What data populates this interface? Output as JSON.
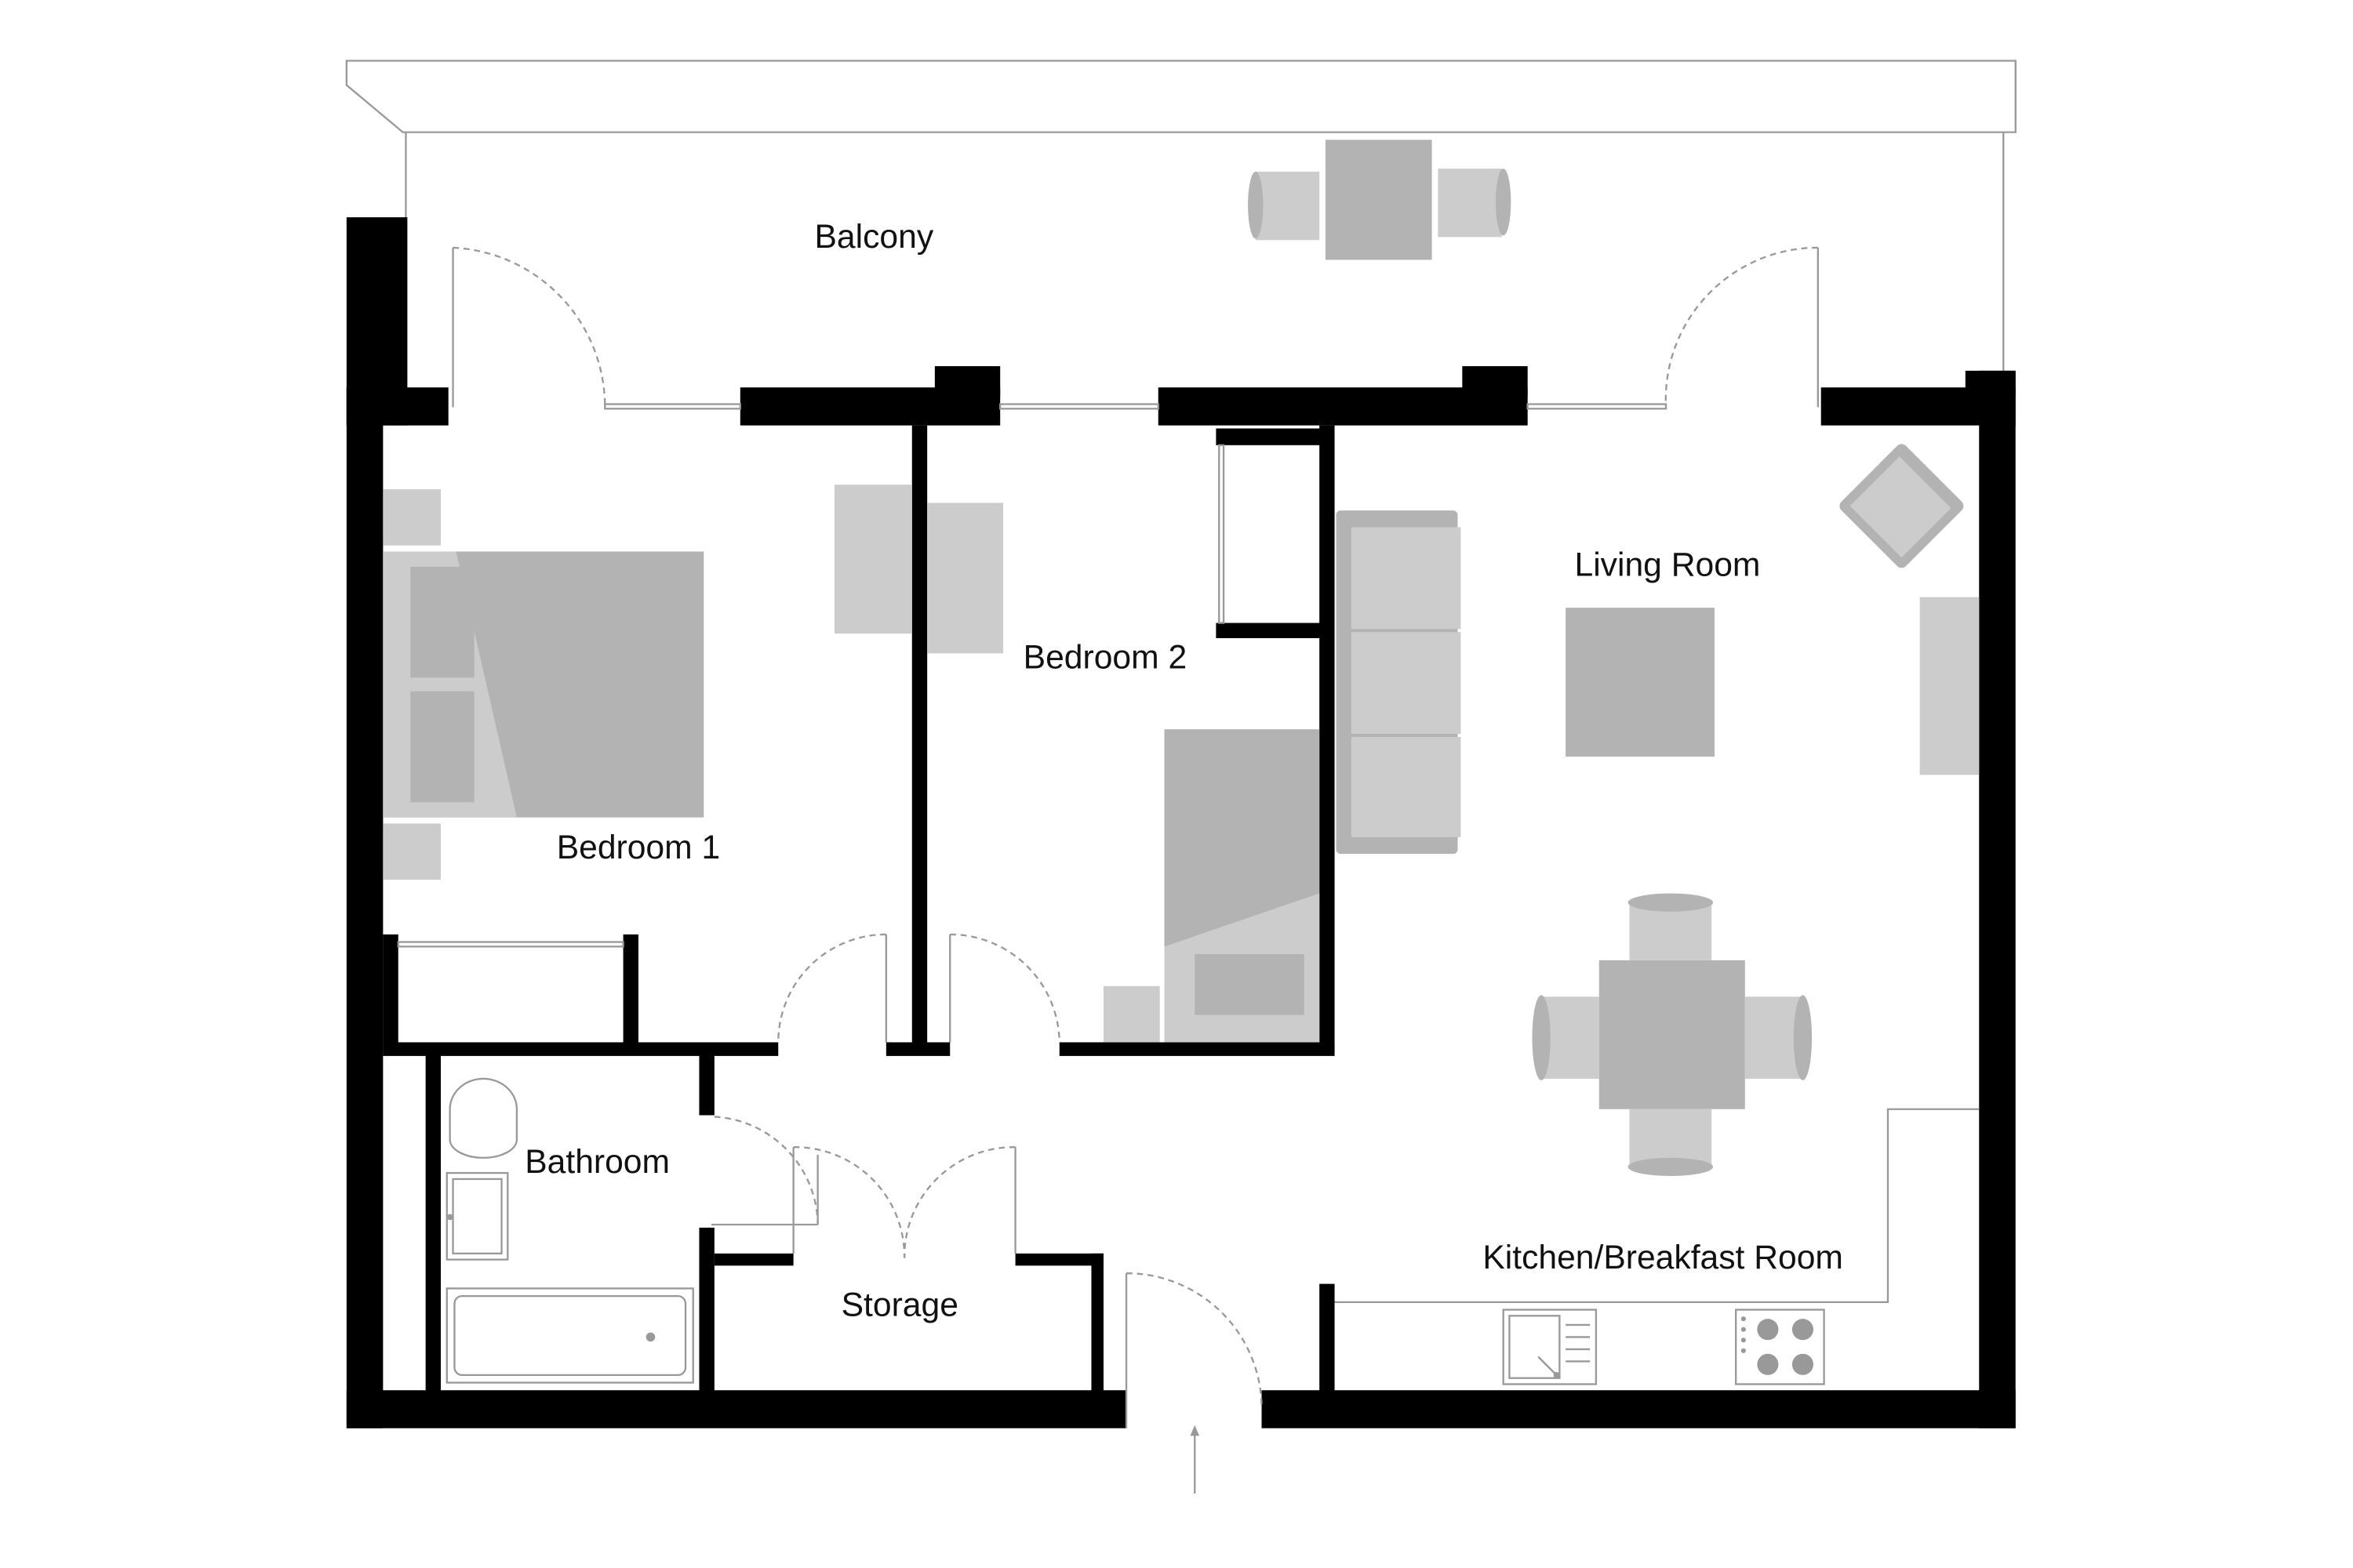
{
  "floorplan": {
    "rooms": {
      "balcony": "Balcony",
      "bedroom1": "Bedroom 1",
      "bedroom2": "Bedroom 2",
      "living_room": "Living Room",
      "bathroom": "Bathroom",
      "storage": "Storage",
      "kitchen": "Kitchen/Breakfast Room"
    },
    "colors": {
      "walls": "#000000",
      "furniture": "#b3b3b3",
      "furniture_light": "#cccccc",
      "fixtures": "#999999"
    }
  }
}
